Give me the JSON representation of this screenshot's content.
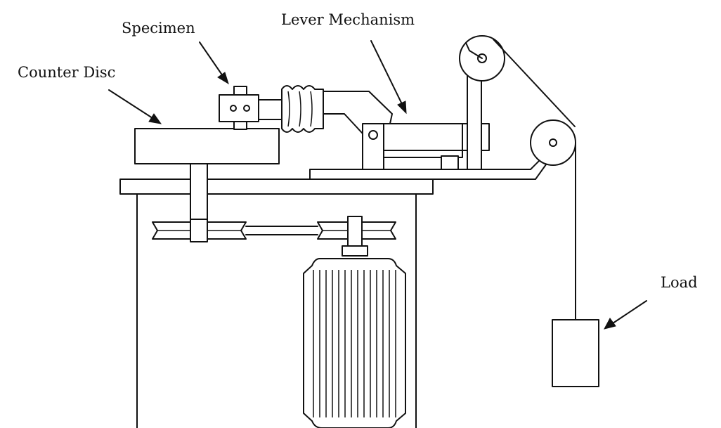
{
  "labels": {
    "specimen": "Specimen",
    "lever_mechanism": "Lever Mechanism",
    "counter_disc": "Counter Disc",
    "load": "Load"
  }
}
